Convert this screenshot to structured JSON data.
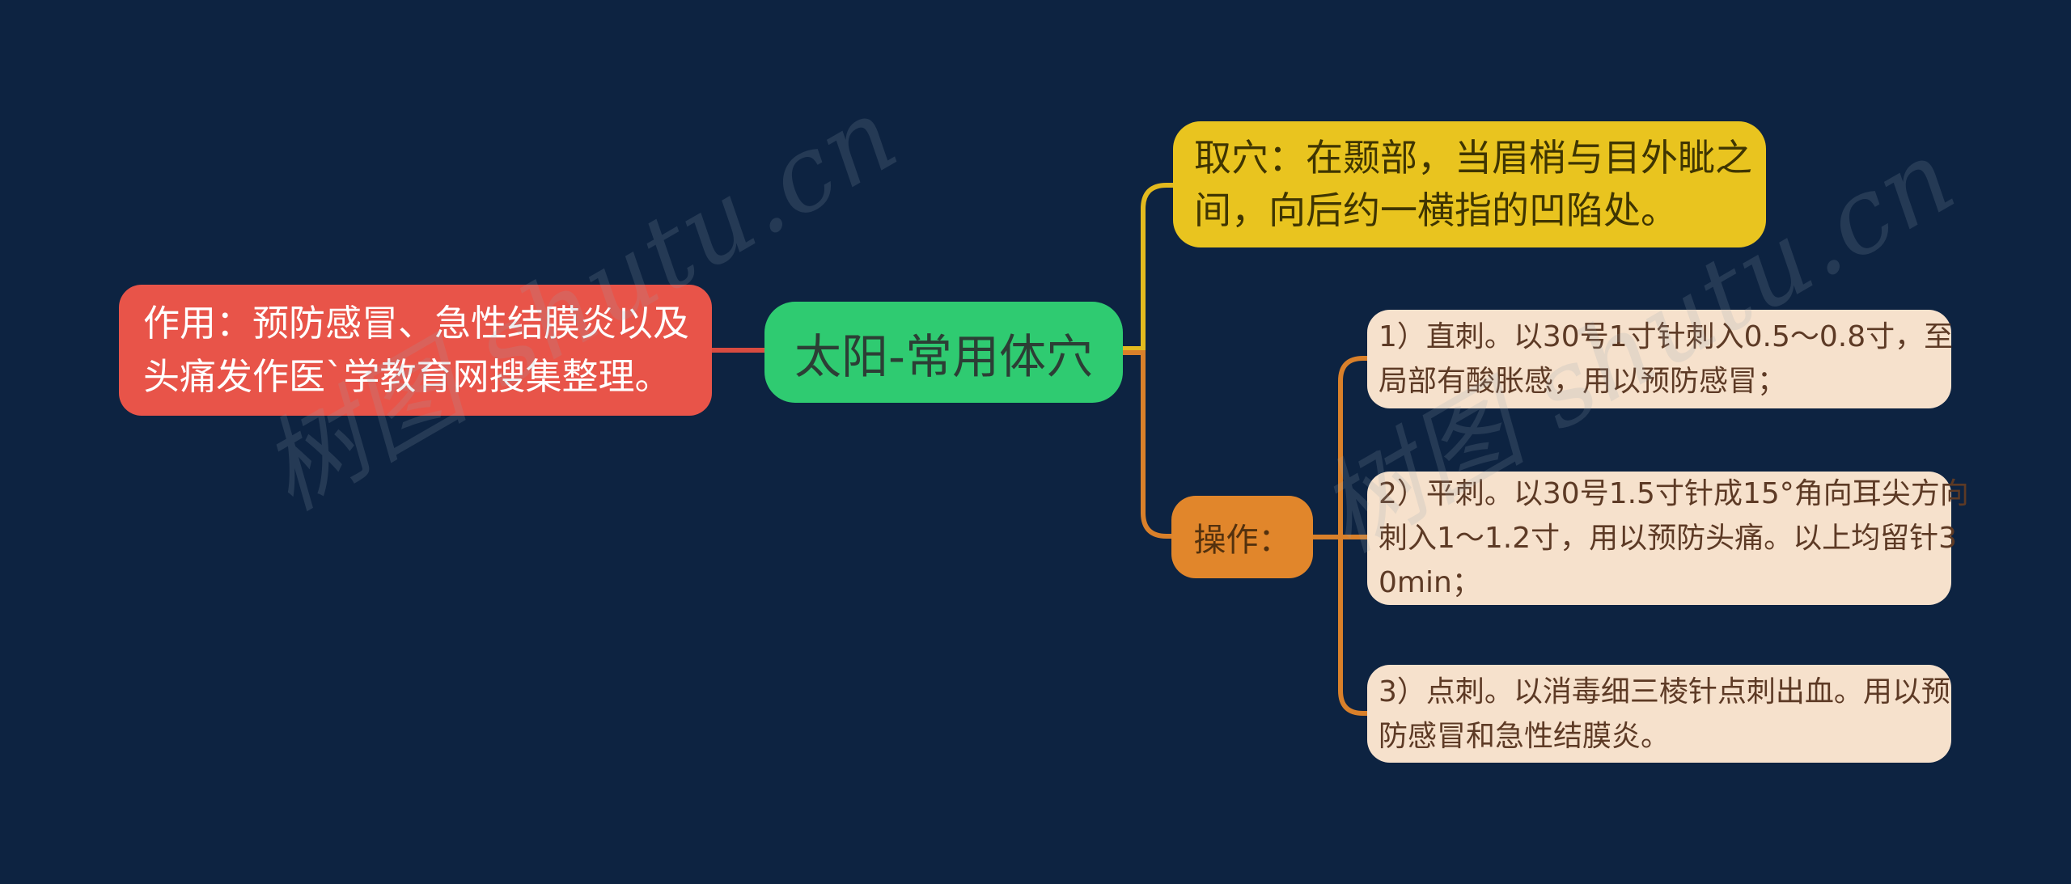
{
  "page": {
    "background_color": "#0d2341",
    "watermark_text": "树图 shutu.cn"
  },
  "nodes": {
    "root": {
      "label": "太阳-常用体穴",
      "color": "#2fcb71",
      "text_color": "#2c3e35"
    },
    "function": {
      "lines": [
        "作用：预防感冒、急性结膜炎以及",
        "头痛发作医`学教育网搜集整理。"
      ],
      "color": "#e85449",
      "text_color": "#ffffff"
    },
    "location": {
      "lines": [
        "取穴：在颞部，当眉梢与目外眦之",
        "间，向后约一横指的凹陷处。"
      ],
      "color": "#e9c41f",
      "text_color": "#3f3502"
    },
    "operation": {
      "label": "操作：",
      "color": "#e1862b",
      "text_color": "#53310e"
    },
    "steps": [
      {
        "lines": [
          "1）直刺。以30号1寸针刺入0.5～0.8寸，至",
          "局部有酸胀感，用以预防感冒；"
        ],
        "color": "#f6e1cc",
        "text_color": "#5d3a25"
      },
      {
        "lines": [
          "2）平刺。以30号1.5寸针成15°角向耳尖方向",
          "刺入1～1.2寸，用以预防头痛。以上均留针3",
          "0min；"
        ],
        "color": "#f6e1cc",
        "text_color": "#5d3a25"
      },
      {
        "lines": [
          "3）点刺。以消毒细三棱针点刺出血。用以预",
          "防感冒和急性结膜炎。"
        ],
        "color": "#f6e1cc",
        "text_color": "#5d3a25"
      }
    ]
  },
  "connectors": {
    "red": "#d84b40",
    "yellow": "#e3ba1e",
    "orange": "#d9802a"
  }
}
